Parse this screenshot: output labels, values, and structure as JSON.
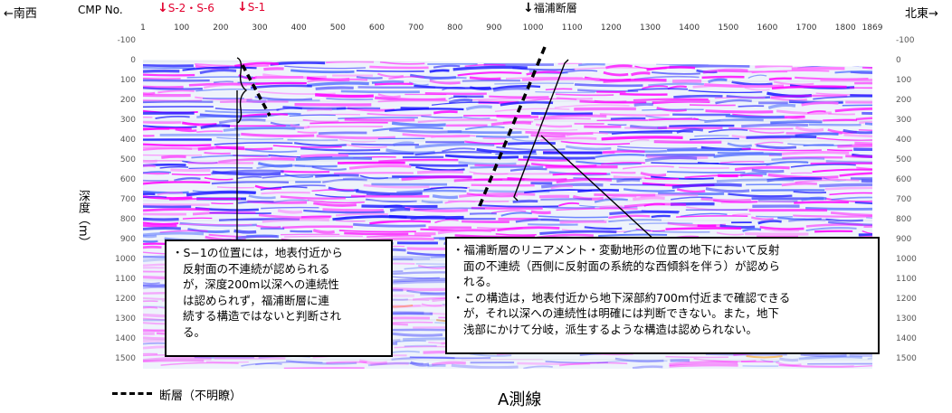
{
  "header": {
    "left_direction": "←南西",
    "cmp_label": "CMP No.",
    "right_direction": "北東→",
    "cmp_ticks": [
      "1",
      "100",
      "200",
      "300",
      "400",
      "500",
      "600",
      "700",
      "800",
      "900",
      "1000",
      "1100",
      "1200",
      "1300",
      "1400",
      "1500",
      "1600",
      "1700",
      "1800",
      "1869"
    ],
    "markers": [
      {
        "label": "S-2・S-6",
        "color": "#e2002e",
        "icon": "down-arrow"
      },
      {
        "label": "S-1",
        "color": "#e2002e",
        "icon": "down-arrow"
      },
      {
        "label": "福浦断層",
        "color": "#000000",
        "icon": "down-arrow"
      }
    ]
  },
  "depth_axis": {
    "label": "深度（m）",
    "ticks": [
      "-100",
      "0",
      "100",
      "200",
      "300",
      "400",
      "500",
      "600",
      "700",
      "800",
      "900",
      "1000",
      "1100",
      "1200",
      "1300",
      "1400",
      "1500"
    ]
  },
  "callouts": {
    "left": {
      "lines": [
        "・S−1の位置には，地表付近から",
        "反射面の不連続が認められる",
        "が，深度200m以深への連続性",
        "は認められず，福浦断層に連",
        "続する構造ではないと判断され",
        "る。"
      ]
    },
    "right": {
      "lines": [
        "・福浦断層のリニアメント・変動地形の位置の地下において反射",
        "面の不連続（西側に反射面の系統的な西傾斜を伴う）が認めら",
        "れる。",
        "・この構造は，地表付近から地下深部約700m付近まで確認できる",
        "が，それ以深への連続性は明確には判断できない。また，地下",
        "浅部にかけて分岐，派生するような構造は認められない。"
      ]
    }
  },
  "legend": {
    "fault_label": "断層（不明瞭）"
  },
  "title": "A測線",
  "colors": {
    "positive": "#ff00ff",
    "negative": "#1a1aff",
    "marker_red": "#e2002e",
    "trough": "#ff9900"
  }
}
